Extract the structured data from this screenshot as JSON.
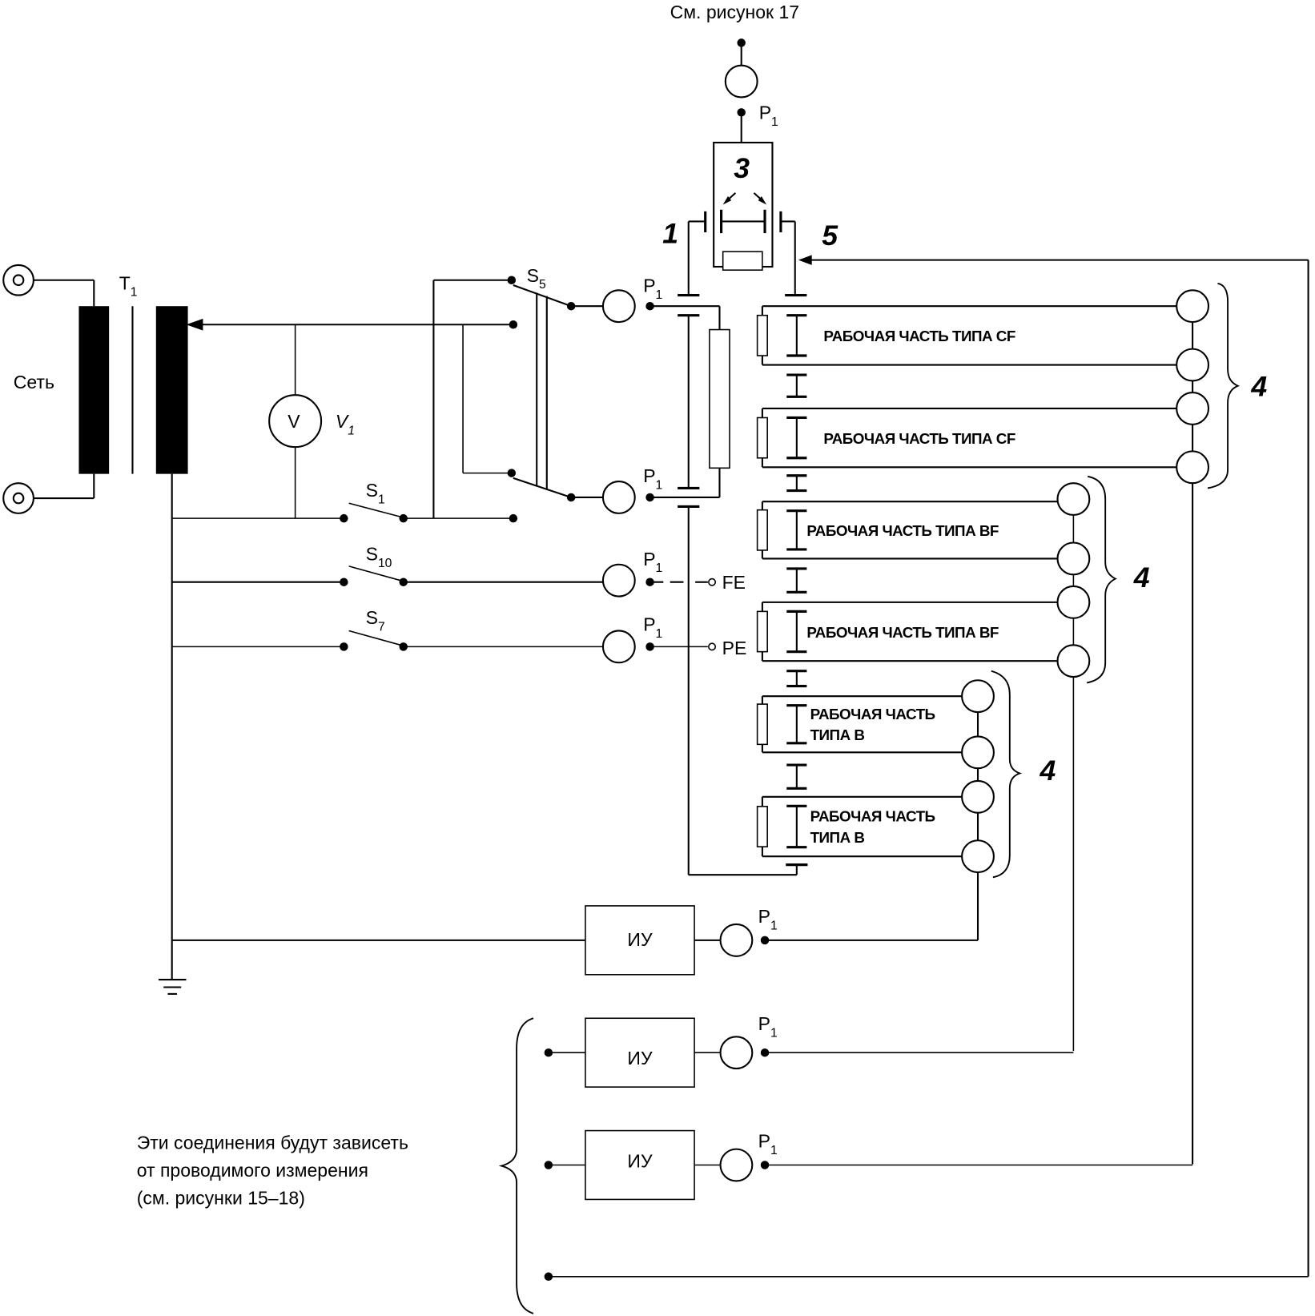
{
  "figure": {
    "top_reference": "См. рисунок 17",
    "mains_label": "Сеть",
    "transformer": {
      "name": "T",
      "sub": "1"
    },
    "voltmeter": {
      "symbol": "V",
      "name": "V",
      "sub": "1"
    },
    "switches": {
      "s1": {
        "name": "S",
        "sub": "1"
      },
      "s5": {
        "name": "S",
        "sub": "5"
      },
      "s10": {
        "name": "S",
        "sub": "10"
      },
      "s7": {
        "name": "S",
        "sub": "7"
      }
    },
    "plug": {
      "name": "P",
      "sub": "1"
    },
    "terminals": {
      "fe": "FE",
      "pe": "PE"
    },
    "callouts": {
      "one": "1",
      "three": "3",
      "four": "4",
      "five": "5"
    },
    "applied_parts": [
      {
        "line1": "РАБОЧАЯ ЧАСТЬ ТИПА CF",
        "line2": ""
      },
      {
        "line1": "РАБОЧАЯ ЧАСТЬ ТИПА CF",
        "line2": ""
      },
      {
        "line1": "РАБОЧАЯ ЧАСТЬ ТИПА BF",
        "line2": ""
      },
      {
        "line1": "РАБОЧАЯ ЧАСТЬ ТИПА BF",
        "line2": ""
      },
      {
        "line1": "РАБОЧАЯ ЧАСТЬ",
        "line2": "ТИПА B"
      },
      {
        "line1": "РАБОЧАЯ ЧАСТЬ",
        "line2": "ТИПА B"
      }
    ],
    "measuring_device": "ИУ",
    "note_lines": [
      "Эти соединения будут зависеть",
      "от проводимого измерения",
      "(см. рисунки 15–18)"
    ]
  }
}
